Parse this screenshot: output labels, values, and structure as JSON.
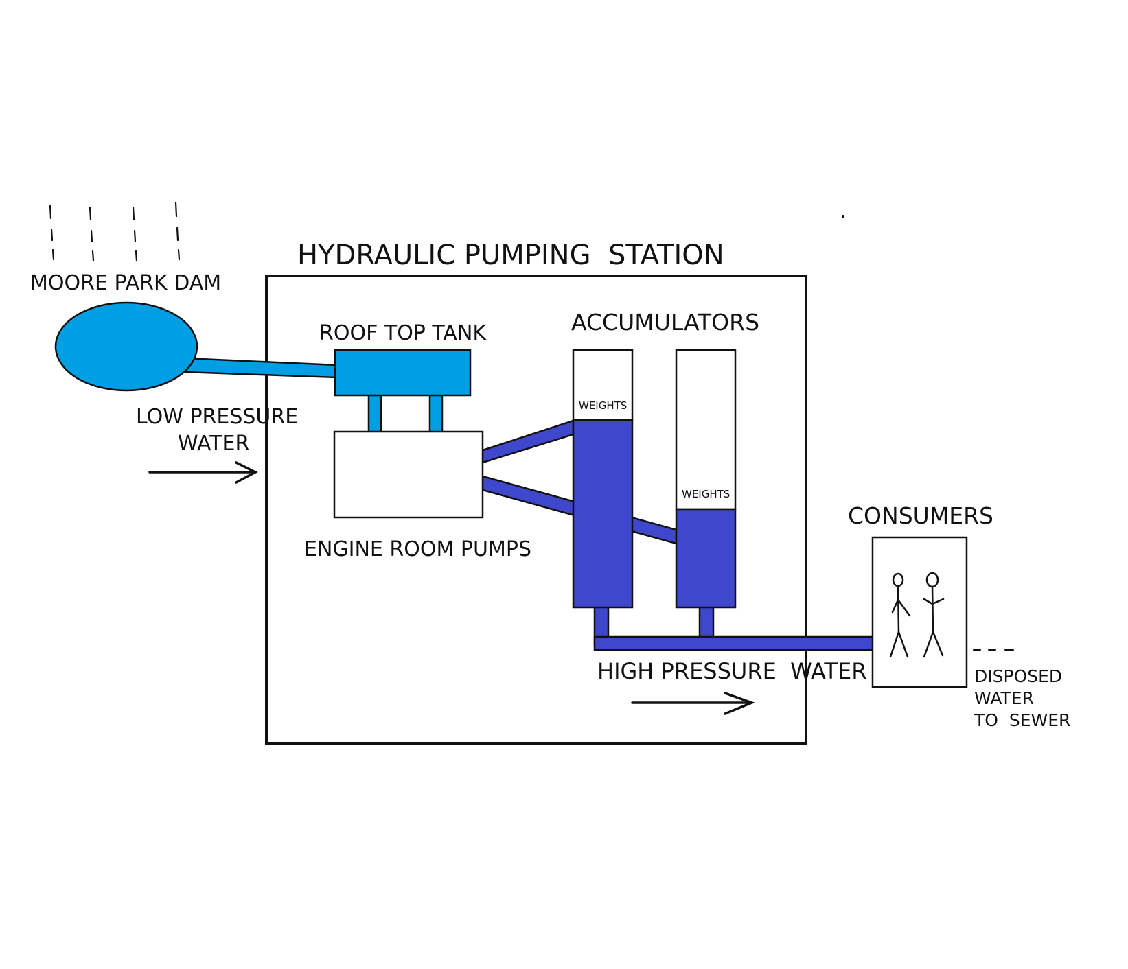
{
  "title": "HYDRAULIC PUMPING  STATION",
  "colors": {
    "low_pressure": "#009fe3",
    "high_pressure": "#3f48cc",
    "outline": "#111111",
    "background": "#ffffff"
  },
  "labels": {
    "dam": "MOORE PARK DAM",
    "roof_tank": "ROOF TOP TANK",
    "accumulators": "ACCUMULATORS",
    "low_pressure_line1": "LOW PRESSURE",
    "low_pressure_line2": "WATER",
    "engine_room": "ENGINE ROOM PUMPS",
    "weights_left": "WEIGHTS",
    "weights_right": "WEIGHTS",
    "consumers": "CONSUMERS",
    "high_pressure": "HIGH PRESSURE  WATER",
    "disposed_line1": "DISPOSED",
    "disposed_line2": "WATER",
    "disposed_line3": "TO  SEWER"
  },
  "icons": {
    "rain": "rain-lines-icon",
    "people": "stick-figures-icon",
    "arrow": "right-arrow-icon"
  }
}
